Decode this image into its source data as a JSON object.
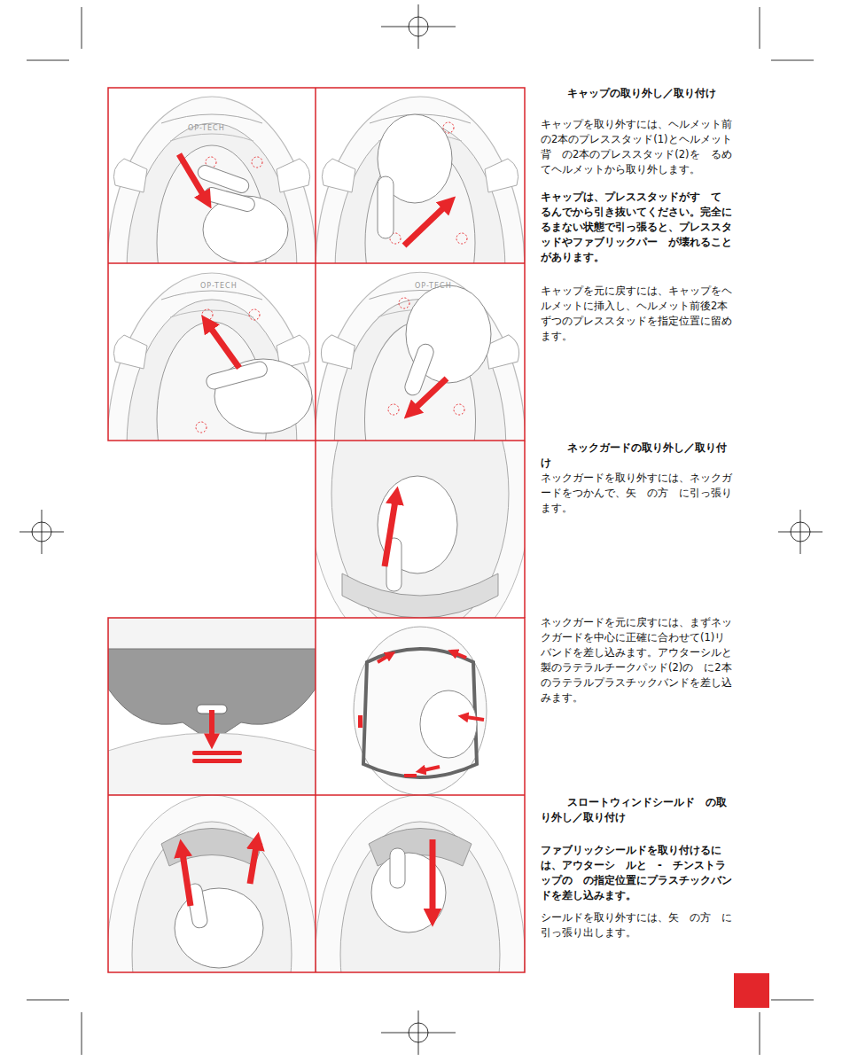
{
  "diagram": {
    "labels": [
      "キャップの取り外し／取り付け",
      "キャップを取り外すには、ヘルメット前　の2本のプレススタッド(1)とヘルメット背　の2本のプレススタッド(2)を　るめてヘルメットから取り外します。",
      "キャップは、プレススタッドがす　て　るんでから引き抜いてください。完全に　るまない状態で引っ張ると、プレススタッドやファブリックパー　が壊れることがあります。",
      "キャップを元に戻すには、キャップをヘルメットに挿入し、ヘルメット前後2本ずつのプレススタッドを指定位置に留めます。",
      "ネックガードの取り外し／取り付け",
      "ネックガードを取り外すには、ネックガードをつかんで、矢　の方　に引っ張ります。",
      "ネックガードを元に戻すには、まずネックガードを中心に正確に合わせて(1)リ　バンドを差し込みます。アウターシルと　製のラテラルチークパッド(2)の　に2本のラテラルプラスチックバンドを差し込みます。",
      "スロートウィンドシールド　の取り外し／取り付け",
      "ファブリックシールドを取り付けるには、アウターシ　ルと　-　チンストラップの　の指定位置にプラスチックバンドを差し込みます。",
      "シールドを取り外すには、矢　の方　に引っ張り出します。",
      "OP-TECH",
      "OP-TECH",
      "OP-TECH"
    ]
  }
}
